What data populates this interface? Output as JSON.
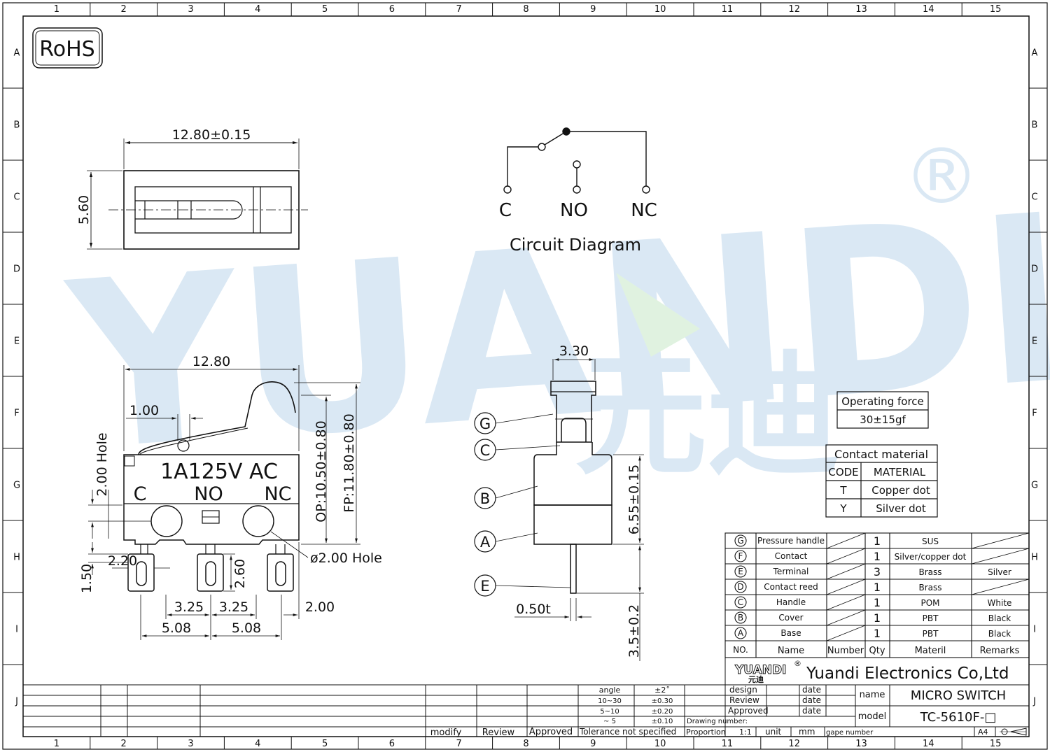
{
  "border": {
    "col_numbers": [
      "1",
      "2",
      "3",
      "4",
      "5",
      "6",
      "7",
      "8",
      "9",
      "10",
      "11",
      "12",
      "13",
      "14",
      "15"
    ],
    "row_letters": [
      "A",
      "B",
      "C",
      "D",
      "E",
      "F",
      "G",
      "H",
      "I",
      "J"
    ]
  },
  "rohs": "RoHS",
  "watermark": {
    "brand": "YUANDI",
    "registered": "®",
    "chinese": "元迪"
  },
  "top_view": {
    "width_dim": "12.80±0.15",
    "height_dim": "5.60"
  },
  "circuit": {
    "terminals": [
      "C",
      "NO",
      "NC"
    ],
    "title": "Circuit Diagram"
  },
  "front_view": {
    "overall_width": "12.80",
    "lever_offset": "1.00",
    "hole_label": "2.00 Hole",
    "op": "OP:10.50±0.80",
    "fp": "FP:11.80±0.80",
    "rating": "1A125V AC",
    "terminals": [
      "C",
      "NO",
      "NC"
    ],
    "hole_dia": "ø2.00 Hole",
    "term_pitch_a": "3.25",
    "term_pitch_b": "3.25",
    "term_edge": "2.00",
    "pitch_left": "5.08",
    "pitch_right": "5.08",
    "term_width": "2.20",
    "term_height": "2.60",
    "slot_dim": "1.50"
  },
  "side_view": {
    "width": "3.30",
    "height": "6.55±0.15",
    "thickness": "0.50t",
    "terminal_len": "3.5±0.2",
    "callouts": [
      "G",
      "C",
      "B",
      "A",
      "E"
    ]
  },
  "operating_force": {
    "header": "Operating force",
    "value": "30±15gf"
  },
  "contact_material": {
    "title": "Contact material",
    "headers": [
      "CODE",
      "MATERIAL"
    ],
    "rows": [
      [
        "T",
        "Copper dot"
      ],
      [
        "Y",
        "Silver dot"
      ]
    ]
  },
  "bom": {
    "rows": [
      {
        "no": "G",
        "name": "Pressure handle",
        "qty": "1",
        "material": "SUS",
        "remarks": ""
      },
      {
        "no": "F",
        "name": "Contact",
        "qty": "1",
        "material": "Silver/copper dot",
        "remarks": ""
      },
      {
        "no": "E",
        "name": "Terminal",
        "qty": "3",
        "material": "Brass",
        "remarks": "Silver"
      },
      {
        "no": "D",
        "name": "Contact reed",
        "qty": "1",
        "material": "Brass",
        "remarks": ""
      },
      {
        "no": "C",
        "name": "Handle",
        "qty": "1",
        "material": "POM",
        "remarks": "White"
      },
      {
        "no": "B",
        "name": "Cover",
        "qty": "1",
        "material": "PBT",
        "remarks": "Black"
      },
      {
        "no": "A",
        "name": "Base",
        "qty": "1",
        "material": "PBT",
        "remarks": "Black"
      }
    ],
    "header": {
      "no": "NO.",
      "name": "Name",
      "number": "Number",
      "qty": "Qty",
      "material": "Materil",
      "remarks": "Remarks"
    }
  },
  "title_block": {
    "company_logo": "YUANDI",
    "company_logo_cn": "元迪",
    "company": "Yuandi Electronics Co,Ltd",
    "design": "design",
    "review": "Review",
    "approved": "Approved",
    "date": "date",
    "name_label": "name",
    "name_value": "MICRO SWITCH",
    "model_label": "model",
    "model_value": "TC-5610F-□",
    "drawing_number": "Drawing number:",
    "proportion": "Proportion",
    "proportion_value": "1:1",
    "unit": "unit",
    "unit_value": "mm",
    "page_number": "gape number",
    "size": "A4",
    "tolerance": {
      "angle": "angle",
      "angle_tol": "±2˚",
      "r1": "10~30",
      "r1_tol": "±0.30",
      "r2": "5~10",
      "r2_tol": "±0.20",
      "r3": "~ 5",
      "r3_tol": "±0.10",
      "caption": "Tolerance not specified"
    },
    "revision": {
      "modify": "modify",
      "review": "Review",
      "approved": "Approved"
    }
  }
}
